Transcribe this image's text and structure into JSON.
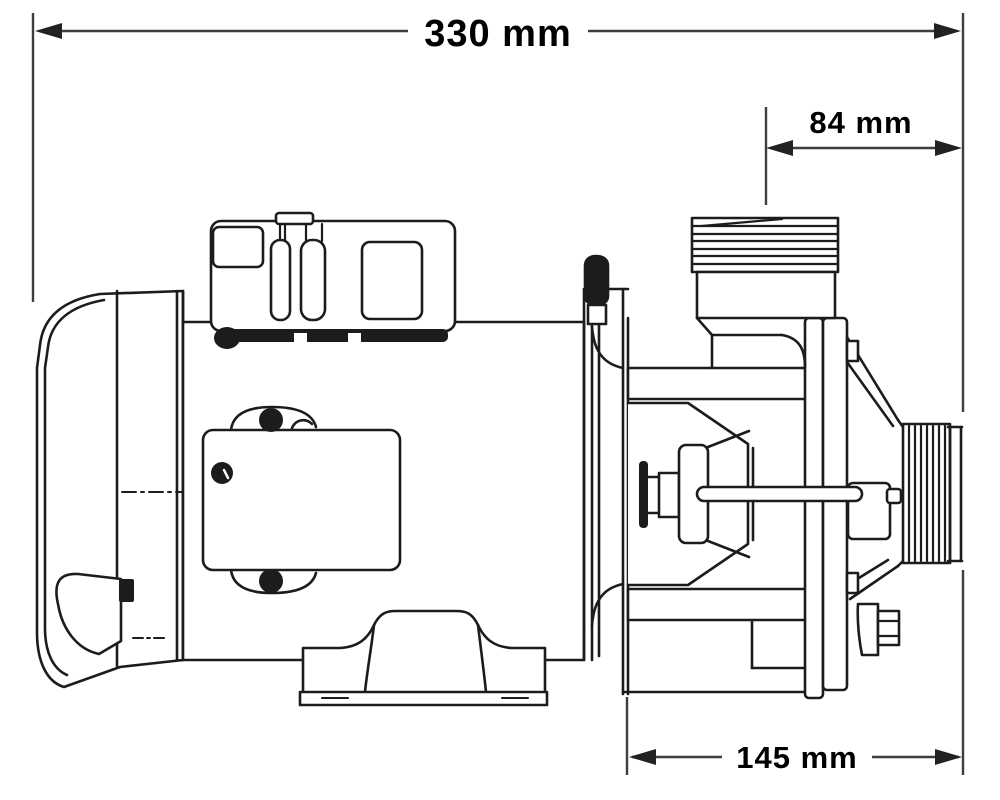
{
  "diagram": {
    "type": "technical-dimension-drawing",
    "subject": "pump side view line drawing",
    "background_color": "#ffffff",
    "line_color": "#1c1c1c",
    "dimension_line_color": "#3e3e3e",
    "text_color": "#000000",
    "dimensions": {
      "overall_length": {
        "label": "330 mm"
      },
      "port_offset": {
        "label": "84 mm"
      },
      "wet_end_length": {
        "label": "145 mm"
      }
    }
  }
}
